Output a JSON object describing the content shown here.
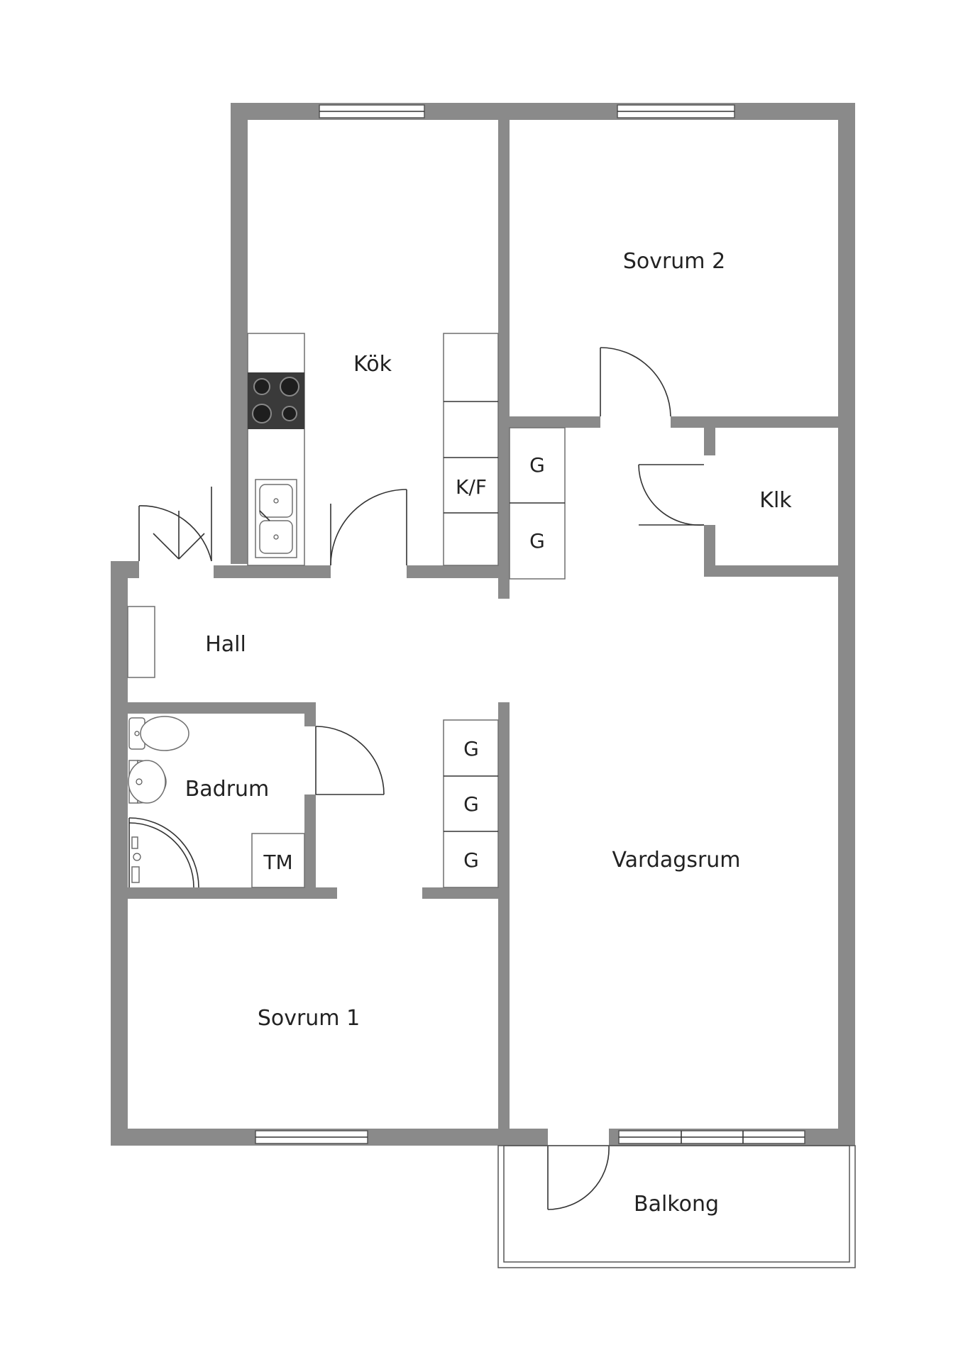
{
  "rooms": {
    "kok": "Kök",
    "sovrum2": "Sovrum 2",
    "klk": "Klk",
    "hall": "Hall",
    "badrum": "Badrum",
    "vardagsrum": "Vardagsrum",
    "sovrum1": "Sovrum 1",
    "balkong": "Balkong"
  },
  "fixtures": {
    "kf": "K/F",
    "g": "G",
    "tm": "TM"
  },
  "colors": {
    "wall": "#8a8a8a",
    "line": "#333333",
    "stove": "#3a3a3a"
  }
}
